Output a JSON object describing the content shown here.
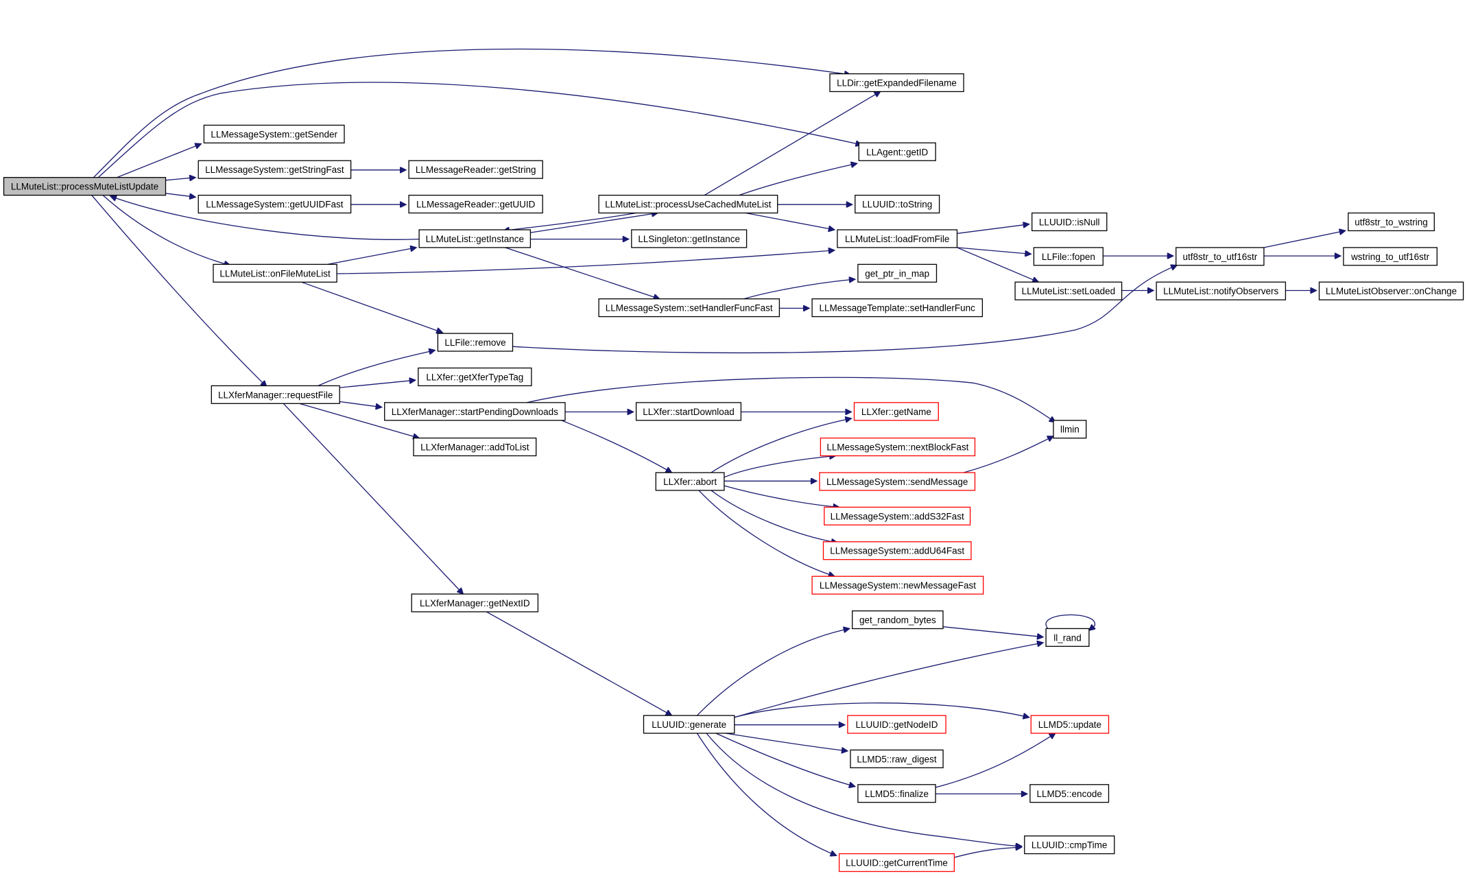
{
  "graph": {
    "type": "call-graph",
    "edge_color": "#191970",
    "root_fill": "#bfbfbf",
    "truncated_border_color": "#ff0000",
    "nodes": [
      {
        "id": "root",
        "label": "LLMuteList::processMuteListUpdate",
        "kind": "root"
      },
      {
        "id": "getSender",
        "label": "LLMessageSystem::getSender"
      },
      {
        "id": "getStringFast",
        "label": "LLMessageSystem::getStringFast"
      },
      {
        "id": "getUUIDFast",
        "label": "LLMessageSystem::getUUIDFast"
      },
      {
        "id": "onFileMuteList",
        "label": "LLMuteList::onFileMuteList"
      },
      {
        "id": "requestFile",
        "label": "LLXferManager::requestFile"
      },
      {
        "id": "msgReaderGetString",
        "label": "LLMessageReader::getString"
      },
      {
        "id": "msgReaderGetUUID",
        "label": "LLMessageReader::getUUID"
      },
      {
        "id": "getInstance",
        "label": "LLMuteList::getInstance"
      },
      {
        "id": "fileRemove",
        "label": "LLFile::remove"
      },
      {
        "id": "getXferTypeTag",
        "label": "LLXfer::getXferTypeTag"
      },
      {
        "id": "startPendingDownloads",
        "label": "LLXferManager::startPendingDownloads"
      },
      {
        "id": "addToList",
        "label": "LLXferManager::addToList"
      },
      {
        "id": "getNextID",
        "label": "LLXferManager::getNextID"
      },
      {
        "id": "processUseCachedMuteList",
        "label": "LLMuteList::processUseCachedMuteList"
      },
      {
        "id": "singletonGetInstance",
        "label": "LLSingleton::getInstance"
      },
      {
        "id": "setHandlerFuncFast",
        "label": "LLMessageSystem::setHandlerFuncFast"
      },
      {
        "id": "startDownload",
        "label": "LLXfer::startDownload"
      },
      {
        "id": "xferAbort",
        "label": "LLXfer::abort"
      },
      {
        "id": "uuidGenerate",
        "label": "LLUUID::generate"
      },
      {
        "id": "getExpandedFilename",
        "label": "LLDir::getExpandedFilename"
      },
      {
        "id": "agentGetID",
        "label": "LLAgent::getID"
      },
      {
        "id": "uuidToString",
        "label": "LLUUID::toString"
      },
      {
        "id": "loadFromFile",
        "label": "LLMuteList::loadFromFile"
      },
      {
        "id": "getPtrInMap",
        "label": "get_ptr_in_map"
      },
      {
        "id": "setHandlerFunc",
        "label": "LLMessageTemplate::setHandlerFunc"
      },
      {
        "id": "xferGetName",
        "label": "LLXfer::getName",
        "truncated": true
      },
      {
        "id": "nextBlockFast",
        "label": "LLMessageSystem::nextBlockFast",
        "truncated": true
      },
      {
        "id": "sendMessage",
        "label": "LLMessageSystem::sendMessage",
        "truncated": true
      },
      {
        "id": "addS32Fast",
        "label": "LLMessageSystem::addS32Fast",
        "truncated": true
      },
      {
        "id": "addU64Fast",
        "label": "LLMessageSystem::addU64Fast",
        "truncated": true
      },
      {
        "id": "newMessageFast",
        "label": "LLMessageSystem::newMessageFast",
        "truncated": true
      },
      {
        "id": "getRandomBytes",
        "label": "get_random_bytes"
      },
      {
        "id": "uuidGetNodeID",
        "label": "LLUUID::getNodeID",
        "truncated": true
      },
      {
        "id": "rawDigest",
        "label": "LLMD5::raw_digest"
      },
      {
        "id": "md5Finalize",
        "label": "LLMD5::finalize"
      },
      {
        "id": "uuidGetCurrentTime",
        "label": "LLUUID::getCurrentTime",
        "truncated": true
      },
      {
        "id": "uuidIsNull",
        "label": "LLUUID::isNull"
      },
      {
        "id": "fileFopen",
        "label": "LLFile::fopen"
      },
      {
        "id": "setLoaded",
        "label": "LLMuteList::setLoaded"
      },
      {
        "id": "llmin",
        "label": "llmin"
      },
      {
        "id": "llRand",
        "label": "ll_rand"
      },
      {
        "id": "md5Update",
        "label": "LLMD5::update",
        "truncated": true
      },
      {
        "id": "md5Encode",
        "label": "LLMD5::encode"
      },
      {
        "id": "uuidCmpTime",
        "label": "LLUUID::cmpTime"
      },
      {
        "id": "utf8ToUtf16",
        "label": "utf8str_to_utf16str"
      },
      {
        "id": "notifyObservers",
        "label": "LLMuteList::notifyObservers"
      },
      {
        "id": "utf8ToWstring",
        "label": "utf8str_to_wstring"
      },
      {
        "id": "wstringToUtf16",
        "label": "wstring_to_utf16str"
      },
      {
        "id": "onChange",
        "label": "LLMuteListObserver::onChange"
      }
    ],
    "edges": [
      [
        "root",
        "getExpandedFilename"
      ],
      [
        "root",
        "agentGetID"
      ],
      [
        "root",
        "getSender"
      ],
      [
        "root",
        "getStringFast"
      ],
      [
        "root",
        "getUUIDFast"
      ],
      [
        "root",
        "onFileMuteList"
      ],
      [
        "root",
        "requestFile"
      ],
      [
        "getInstance",
        "root"
      ],
      [
        "getStringFast",
        "msgReaderGetString"
      ],
      [
        "getUUIDFast",
        "msgReaderGetUUID"
      ],
      [
        "onFileMuteList",
        "getInstance"
      ],
      [
        "onFileMuteList",
        "loadFromFile"
      ],
      [
        "onFileMuteList",
        "fileRemove"
      ],
      [
        "getInstance",
        "processUseCachedMuteList"
      ],
      [
        "processUseCachedMuteList",
        "getInstance"
      ],
      [
        "getInstance",
        "singletonGetInstance"
      ],
      [
        "getInstance",
        "setHandlerFuncFast"
      ],
      [
        "processUseCachedMuteList",
        "getExpandedFilename"
      ],
      [
        "processUseCachedMuteList",
        "agentGetID"
      ],
      [
        "processUseCachedMuteList",
        "uuidToString"
      ],
      [
        "processUseCachedMuteList",
        "loadFromFile"
      ],
      [
        "setHandlerFuncFast",
        "getPtrInMap"
      ],
      [
        "setHandlerFuncFast",
        "setHandlerFunc"
      ],
      [
        "loadFromFile",
        "uuidIsNull"
      ],
      [
        "loadFromFile",
        "fileFopen"
      ],
      [
        "loadFromFile",
        "setLoaded"
      ],
      [
        "fileFopen",
        "utf8ToUtf16"
      ],
      [
        "fileRemove",
        "utf8ToUtf16"
      ],
      [
        "setLoaded",
        "notifyObservers"
      ],
      [
        "notifyObservers",
        "onChange"
      ],
      [
        "utf8ToUtf16",
        "utf8ToWstring"
      ],
      [
        "utf8ToUtf16",
        "wstringToUtf16"
      ],
      [
        "requestFile",
        "fileRemove"
      ],
      [
        "requestFile",
        "getXferTypeTag"
      ],
      [
        "requestFile",
        "startPendingDownloads"
      ],
      [
        "requestFile",
        "addToList"
      ],
      [
        "requestFile",
        "getNextID"
      ],
      [
        "startPendingDownloads",
        "llmin"
      ],
      [
        "startPendingDownloads",
        "startDownload"
      ],
      [
        "startPendingDownloads",
        "xferAbort"
      ],
      [
        "startDownload",
        "xferGetName"
      ],
      [
        "xferAbort",
        "xferGetName"
      ],
      [
        "xferAbort",
        "nextBlockFast"
      ],
      [
        "xferAbort",
        "sendMessage"
      ],
      [
        "xferAbort",
        "addS32Fast"
      ],
      [
        "xferAbort",
        "addU64Fast"
      ],
      [
        "xferAbort",
        "newMessageFast"
      ],
      [
        "sendMessage",
        "llmin"
      ],
      [
        "getNextID",
        "uuidGenerate"
      ],
      [
        "uuidGenerate",
        "getRandomBytes"
      ],
      [
        "uuidGenerate",
        "llRand"
      ],
      [
        "uuidGenerate",
        "md5Update"
      ],
      [
        "uuidGenerate",
        "uuidGetNodeID"
      ],
      [
        "uuidGenerate",
        "rawDigest"
      ],
      [
        "uuidGenerate",
        "md5Finalize"
      ],
      [
        "uuidGenerate",
        "uuidCmpTime"
      ],
      [
        "uuidGenerate",
        "uuidGetCurrentTime"
      ],
      [
        "getRandomBytes",
        "llRand"
      ],
      [
        "llRand",
        "llRand"
      ],
      [
        "md5Finalize",
        "md5Update"
      ],
      [
        "md5Finalize",
        "md5Encode"
      ],
      [
        "uuidGetCurrentTime",
        "uuidCmpTime"
      ]
    ]
  }
}
